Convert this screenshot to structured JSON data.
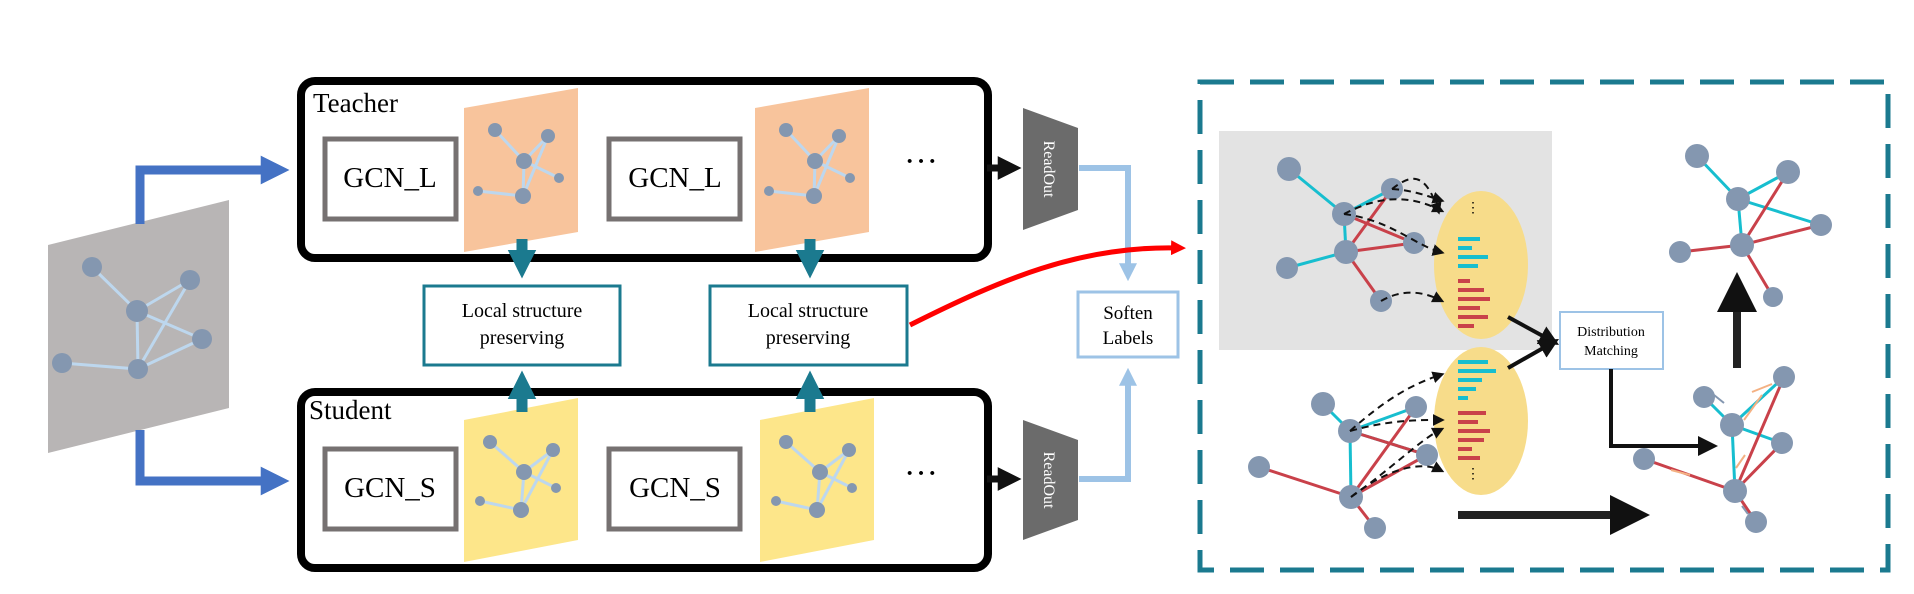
{
  "teacher": {
    "title": "Teacher",
    "modules": [
      "GCN_L",
      "GCN_L"
    ],
    "ellipsis": "···",
    "readout": "ReadOut"
  },
  "student": {
    "title": "Student",
    "modules": [
      "GCN_S",
      "GCN_S"
    ],
    "ellipsis": "···",
    "readout": "ReadOut"
  },
  "local_structure": [
    {
      "line1": "Local structure",
      "line2": "preserving"
    },
    {
      "line1": "Local structure",
      "line2": "preserving"
    }
  ],
  "soften_labels": {
    "line1": "Soften",
    "line2": "Labels"
  },
  "distribution_matching": {
    "line1": "Distribution",
    "line2": "Matching"
  },
  "histogram_ellipsis": "⋮",
  "colors": {
    "blue_arrow": "#4472c4",
    "teal": "#1b7a8f",
    "light_blue": "#9dc3e6",
    "red_arrow": "#ff0000",
    "orange_card": "#f8c49c",
    "yellow_card": "#fde68a",
    "input_card": "#b8b5b5",
    "node": "#8497b0",
    "edge_light": "#bdd7ee",
    "edge_teal": "#17becf",
    "edge_red": "#c9414a",
    "readout": "#6b6b6b",
    "panel_gray": "#e3e3e3",
    "ellipse_yellow": "#f7dc8a"
  }
}
